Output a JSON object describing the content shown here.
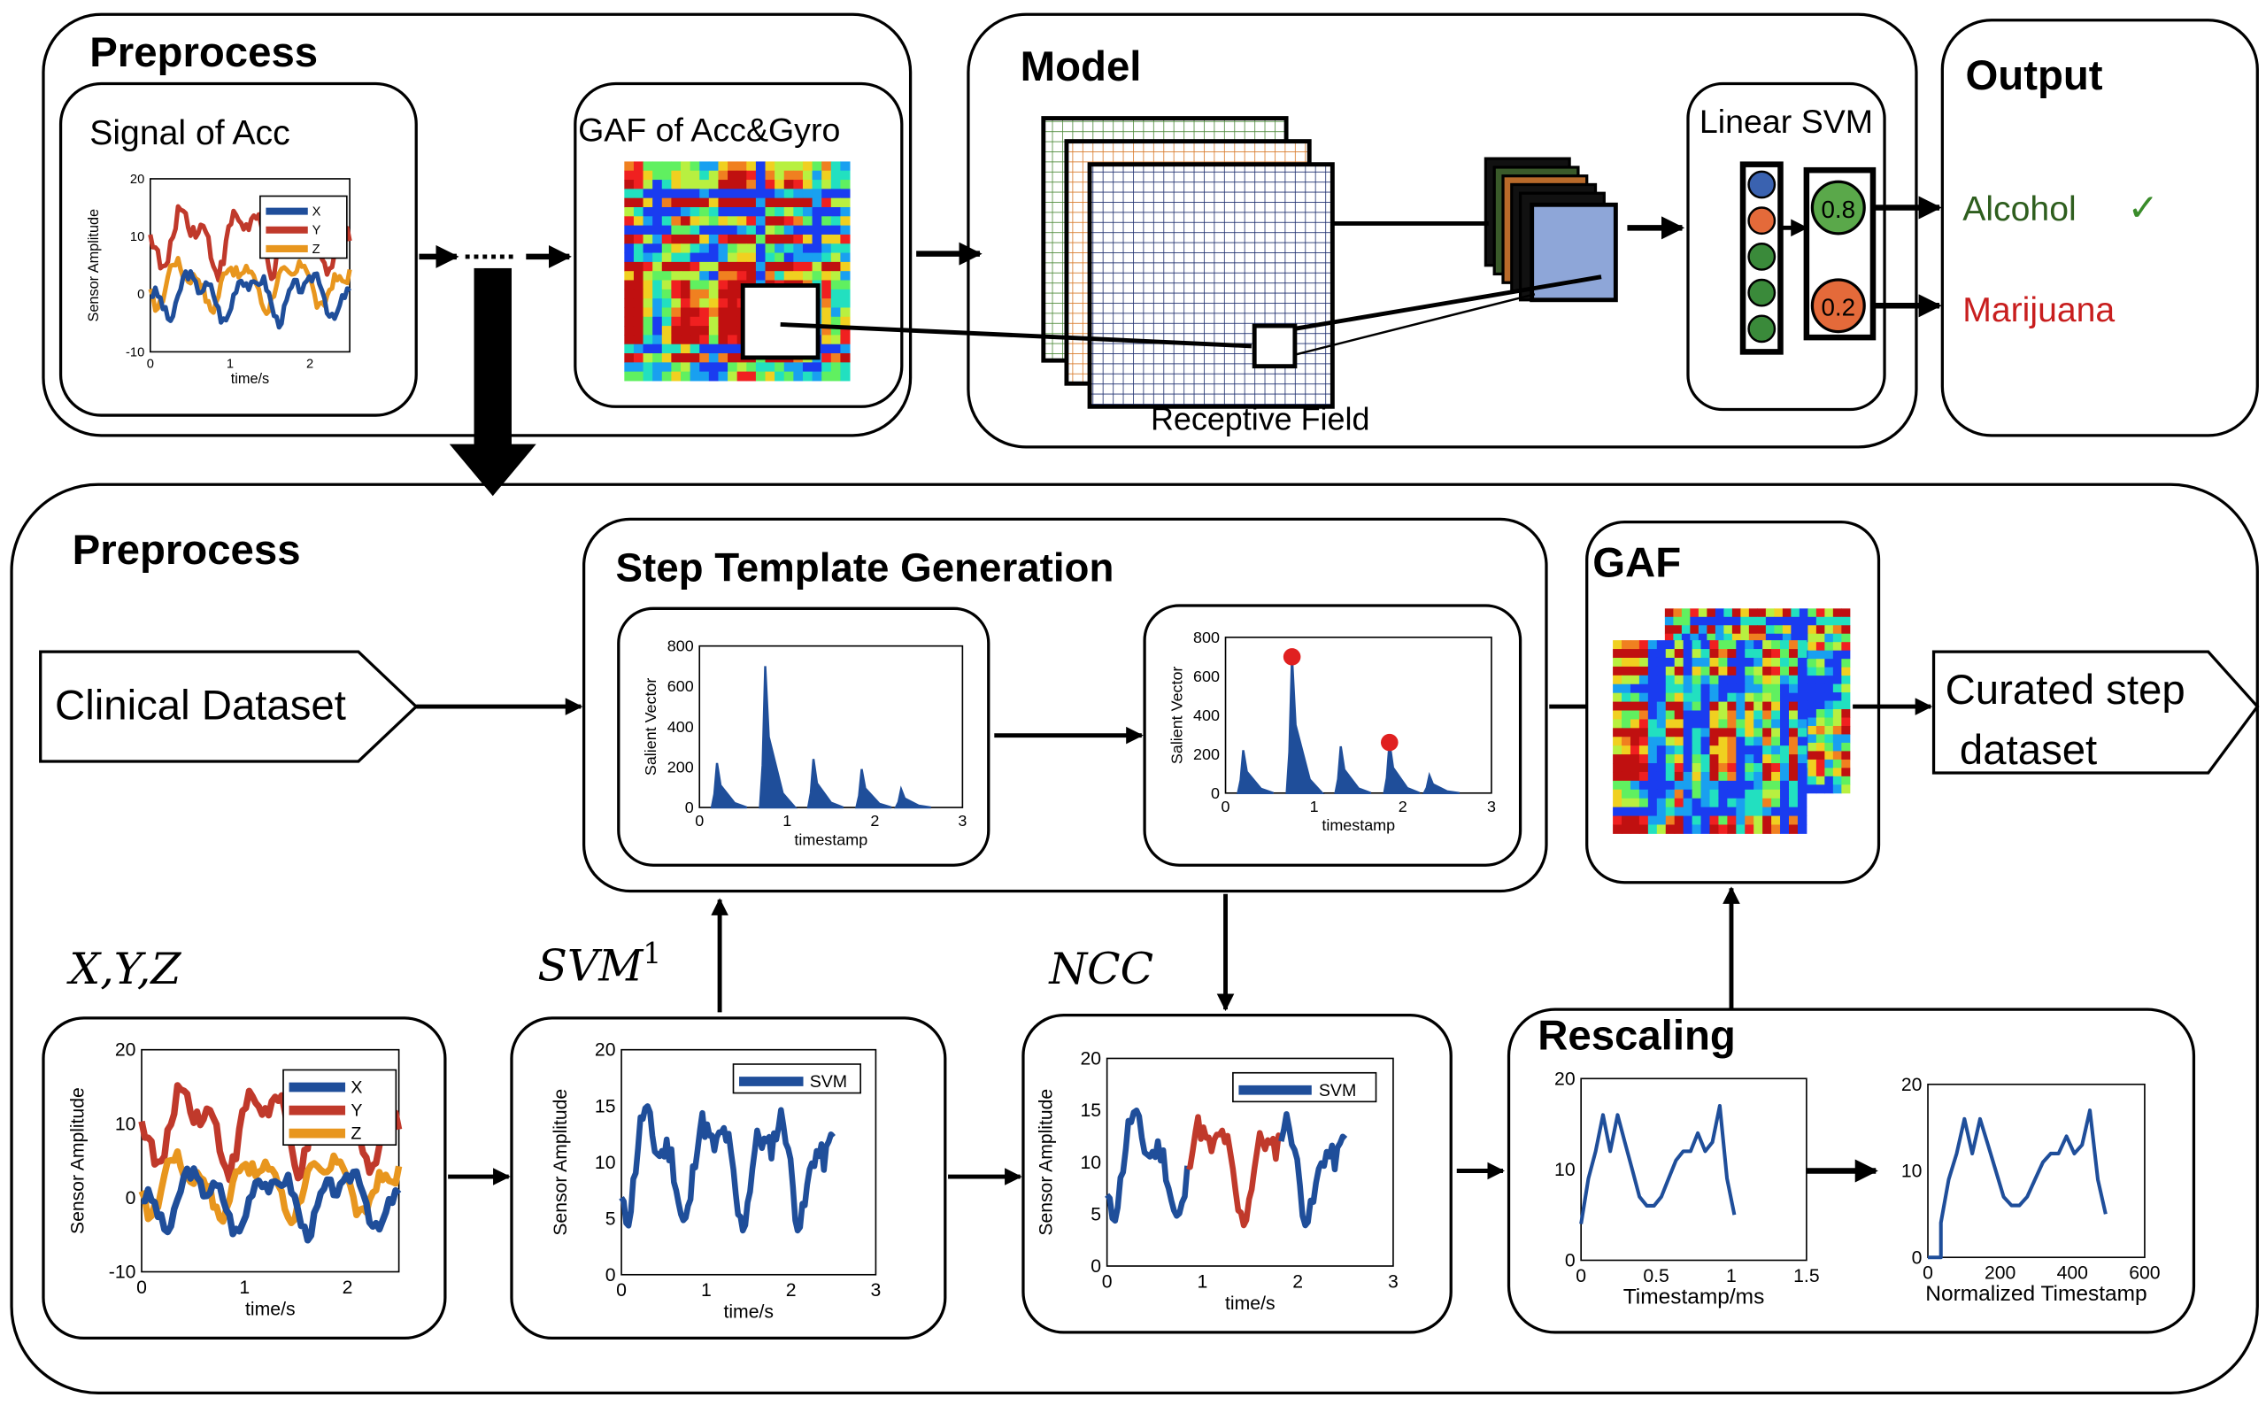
{
  "top": {
    "preprocess_title": "Preprocess",
    "signal_title": "Signal of Acc",
    "gaf_title": "GAF of Acc&Gyro",
    "model_title": "Model",
    "receptive_field": "Receptive Field",
    "svm_title": "Linear SVM",
    "output_title": "Output",
    "score_high": "0.8",
    "score_low": "0.2",
    "class_1": "Alcohol",
    "class_2": "Marijuana",
    "check_mark": "✓"
  },
  "bottom": {
    "preprocess_title": "Preprocess",
    "clinical_dataset": "Clinical Dataset",
    "step_template_title": "Step Template Generation",
    "gaf_title": "GAF",
    "curated_line1": "Curated step",
    "curated_line2": "dataset",
    "xyz_label": "X,Y,Z",
    "svm_label_base": "SVM",
    "svm_label_sup": "1",
    "ncc_label": "NCC",
    "rescaling_title": "Rescaling"
  },
  "colors": {
    "x": "#1f4e9a",
    "y": "#c0392b",
    "z": "#e8961e",
    "svm": "#1f4e9a",
    "peak": "#e02020",
    "alcohol": "#2e5e1e",
    "marijuana": "#c81e1e",
    "check": "#3a8c2a"
  },
  "chart_data": [
    {
      "type": "line",
      "id": "signal-acc",
      "xlabel": "time/s",
      "ylabel": "Sensor Amplitude",
      "xlim": [
        0,
        2.5
      ],
      "ylim": [
        -10,
        20
      ],
      "xticks": [
        "0",
        "1",
        "2"
      ],
      "yticks": [
        "-10",
        "0",
        "10",
        "20"
      ],
      "legend": [
        "X",
        "Y",
        "Z"
      ],
      "series": [
        {
          "name": "X",
          "mean": 0,
          "amp": 3
        },
        {
          "name": "Y",
          "mean": 10,
          "amp": 4
        },
        {
          "name": "Z",
          "mean": 2,
          "amp": 3
        }
      ]
    },
    {
      "type": "line",
      "id": "xyz",
      "xlabel": "time/s",
      "ylabel": "Sensor Amplitude",
      "xlim": [
        0,
        2.5
      ],
      "ylim": [
        -10,
        20
      ],
      "xticks": [
        "0",
        "1",
        "2"
      ],
      "yticks": [
        "-10",
        "0",
        "10",
        "20"
      ],
      "legend": [
        "X",
        "Y",
        "Z"
      ]
    },
    {
      "type": "line",
      "id": "svm",
      "xlabel": "time/s",
      "ylabel": "Sensor Amplitude",
      "xlim": [
        0,
        3
      ],
      "ylim": [
        0,
        20
      ],
      "xticks": [
        "0",
        "1",
        "2",
        "3"
      ],
      "yticks": [
        "0",
        "5",
        "10",
        "15",
        "20"
      ],
      "legend": [
        "SVM"
      ]
    },
    {
      "type": "line",
      "id": "ncc",
      "xlabel": "time/s",
      "ylabel": "Sensor Amplitude",
      "xlim": [
        0,
        3
      ],
      "ylim": [
        0,
        20
      ],
      "xticks": [
        "0",
        "1",
        "2",
        "3"
      ],
      "yticks": [
        "0",
        "5",
        "10",
        "15",
        "20"
      ],
      "legend": [
        "SVM"
      ]
    },
    {
      "type": "area",
      "id": "salient-1",
      "xlabel": "timestamp",
      "ylabel": "Salient Vector",
      "xlim": [
        0,
        3
      ],
      "ylim": [
        0,
        800
      ],
      "xticks": [
        "0",
        "1",
        "2",
        "3"
      ],
      "yticks": [
        "0",
        "200",
        "400",
        "600",
        "800"
      ],
      "peaks": [
        {
          "x": 0.2,
          "y": 220
        },
        {
          "x": 0.75,
          "y": 700
        },
        {
          "x": 1.3,
          "y": 240
        },
        {
          "x": 1.85,
          "y": 190
        },
        {
          "x": 2.3,
          "y": 90
        }
      ]
    },
    {
      "type": "area",
      "id": "salient-2",
      "xlabel": "timestamp",
      "ylabel": "Salient Vector",
      "xlim": [
        0,
        3
      ],
      "ylim": [
        0,
        800
      ],
      "xticks": [
        "0",
        "1",
        "2",
        "3"
      ],
      "yticks": [
        "0",
        "200",
        "400",
        "600",
        "800"
      ],
      "peaks": [
        {
          "x": 0.2,
          "y": 220
        },
        {
          "x": 0.75,
          "y": 700
        },
        {
          "x": 1.3,
          "y": 240
        },
        {
          "x": 1.85,
          "y": 260
        },
        {
          "x": 2.3,
          "y": 90
        }
      ],
      "highlighted": [
        {
          "x": 0.75,
          "y": 700
        },
        {
          "x": 1.85,
          "y": 260
        }
      ]
    },
    {
      "type": "line",
      "id": "rescale-1",
      "xlabel": "Timestamp/ms",
      "xlim": [
        0,
        1.5
      ],
      "ylim": [
        0,
        20
      ],
      "xticks": [
        "0",
        "0.5",
        "1",
        "1.5"
      ],
      "yticks": [
        "0",
        "10",
        "20"
      ]
    },
    {
      "type": "line",
      "id": "rescale-2",
      "xlabel": "Normalized Timestamp",
      "xlim": [
        0,
        600
      ],
      "ylim": [
        0,
        20
      ],
      "xticks": [
        "0",
        "200",
        "400",
        "600"
      ],
      "yticks": [
        "0",
        "10",
        "20"
      ]
    }
  ]
}
